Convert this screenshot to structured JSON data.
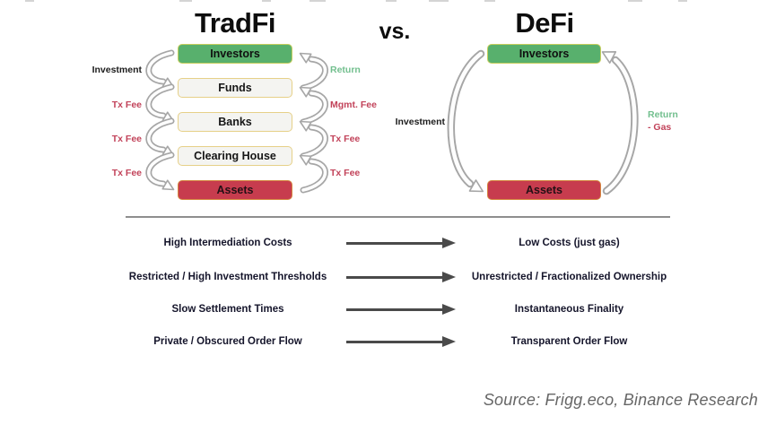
{
  "header": {
    "left_title": "TradFi",
    "vs": "vs.",
    "right_title": "DeFi"
  },
  "tradfi": {
    "boxes": [
      {
        "label": "Investors",
        "type": "green"
      },
      {
        "label": "Funds",
        "type": "neutral"
      },
      {
        "label": "Banks",
        "type": "neutral"
      },
      {
        "label": "Clearing House",
        "type": "neutral"
      },
      {
        "label": "Assets",
        "type": "red"
      }
    ],
    "left_flow_labels": [
      {
        "text": "Investment",
        "color": "black"
      },
      {
        "text": "Tx Fee",
        "color": "red"
      },
      {
        "text": "Tx Fee",
        "color": "red"
      },
      {
        "text": "Tx Fee",
        "color": "red"
      }
    ],
    "right_flow_labels": [
      {
        "text": "Return",
        "color": "green"
      },
      {
        "text": "Mgmt. Fee",
        "color": "red"
      },
      {
        "text": "Tx Fee",
        "color": "red"
      },
      {
        "text": "Tx Fee",
        "color": "red"
      }
    ]
  },
  "defi": {
    "boxes": [
      {
        "label": "Investors",
        "type": "green"
      },
      {
        "label": "Assets",
        "type": "red"
      }
    ],
    "left_flow_label": "Investment",
    "right_flow_label_line1": "Return",
    "right_flow_label_line2": "- Gas"
  },
  "comparison": {
    "rows": [
      {
        "left": "High Intermediation Costs",
        "right": "Low Costs (just gas)"
      },
      {
        "left": "Restricted / High Investment Thresholds",
        "right": "Unrestricted / Fractionalized Ownership"
      },
      {
        "left": "Slow Settlement Times",
        "right": "Instantaneous Finality"
      },
      {
        "left": "Private / Obscured Order Flow",
        "right": "Transparent Order Flow"
      }
    ]
  },
  "source": "Source: Frigg.eco, Binance Research",
  "colors": {
    "green_fill": "#58b06d",
    "neutral_fill": "#f4f4f1",
    "red_fill": "#c73c4e",
    "box_border_gold": "#e6d088",
    "label_red": "#c2435a",
    "label_green": "#72bf8e",
    "arrow_gray": "#4a4a4a",
    "divider_gray": "#8e8e8e",
    "source_gray": "#666666"
  }
}
